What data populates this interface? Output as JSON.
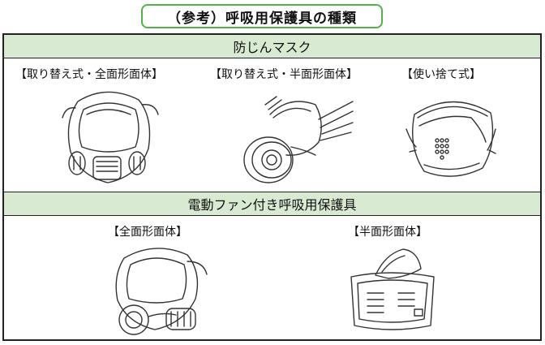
{
  "title": "（参考）呼吸用保護具の種類",
  "sections": [
    {
      "heading": "防じんマスク",
      "items": [
        {
          "label": "【取り替え式・全面形面体】"
        },
        {
          "label": "【取り替え式・半面形面体】"
        },
        {
          "label": "【使い捨て式】"
        }
      ]
    },
    {
      "heading": "電動ファン付き呼吸用保護具",
      "items": [
        {
          "label": "【全面形面体】"
        },
        {
          "label": "【半面形面体】"
        }
      ]
    }
  ]
}
